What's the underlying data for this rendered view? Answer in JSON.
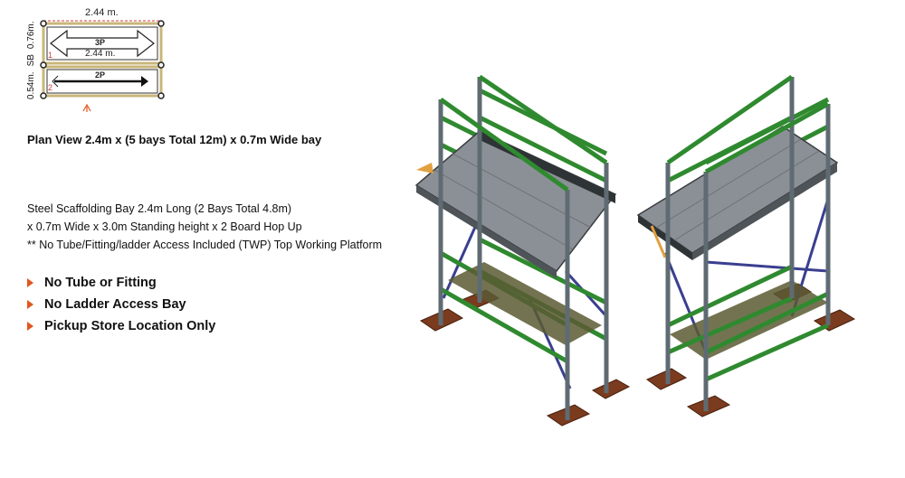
{
  "plan_view": {
    "top_width_label": "2.44 m.",
    "inner_width_label": "2.44 m.",
    "bay_3_label": "3P",
    "bay_2_label": "2P",
    "bay_3_number": "1",
    "bay_2_number": "2",
    "left_labels": [
      "0.54m.",
      "SB",
      "0.76m."
    ],
    "arrow_color": "#e2561f",
    "frame_color": "#c9b67a",
    "dashed_color": "#d04040"
  },
  "plan_title": "Plan View 2.4m x (5 bays Total 12m) x 0.7m Wide bay",
  "description": [
    "Steel Scaffolding Bay 2.4m Long (2 Bays Total 4.8m)",
    "x 0.7m Wide x 3.0m Standing height x 2 Board Hop Up",
    "** No Tube/Fitting/ladder Access Included (TWP) Top Working Platform"
  ],
  "features": [
    "No Tube or Fitting",
    "No Ladder Access Bay",
    "Pickup Store Location Only"
  ],
  "colors": {
    "bullet": "#e2561f",
    "standard": "#5f6b73",
    "ledger": "#2f8a2f",
    "brace": "#3a3f8f",
    "board": "#8b9096",
    "sole_pad": "#7a3b1e"
  },
  "icons": {
    "bullet": "triangle-bullet-icon",
    "plan_arrow": "up-arrow-icon"
  }
}
